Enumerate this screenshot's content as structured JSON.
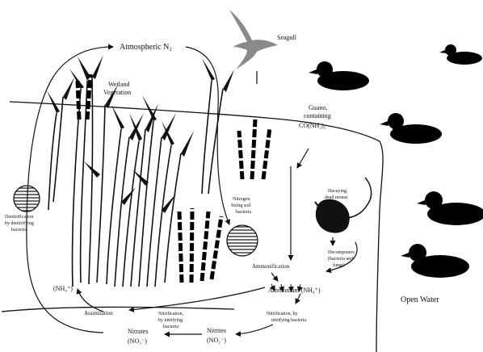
{
  "labels": {
    "atmospheric_n2": "Atmospheric N₂",
    "seagull": "Seagull",
    "wetland_veg_1": "Wetland",
    "wetland_veg_2": "Vegetation",
    "guano_1": "Guano,",
    "guano_2": "containing",
    "guano_3": "CO(NH₂)₂",
    "decaying_1": "Decaying",
    "decaying_2": "dead mouse",
    "nitrogen_fixing_1": "Nitrogen",
    "nitrogen_fixing_2": "fixing soil",
    "nitrogen_fixing_3": "bacteria",
    "denitrification_1": "Denitrification",
    "denitrification_2": "by denitrifying",
    "denitrification_3": "bacteria",
    "decomposers_1": "Decomposers",
    "decomposers_2": "(bacteria and",
    "decomposers_3": "fungi)",
    "ammonification": "Ammonification",
    "ammonium": "Ammonium (NH₄⁺)",
    "nh4_left": "(NH₄⁺)",
    "assimilation": "Assimilation",
    "nitrification_right_1": "Nitrification, by",
    "nitrification_right_2": "nitrifying bacteria",
    "nitrification_mid_1": "Nitrification,",
    "nitrification_mid_2": "by nitrifying",
    "nitrification_mid_3": "bacteria",
    "nitrates_1": "Nitrates",
    "nitrates_2": "(NO₃⁻)",
    "nitrites_1": "Nitrites",
    "nitrites_2": "(NO₂⁻)",
    "open_water": "Open Water"
  }
}
